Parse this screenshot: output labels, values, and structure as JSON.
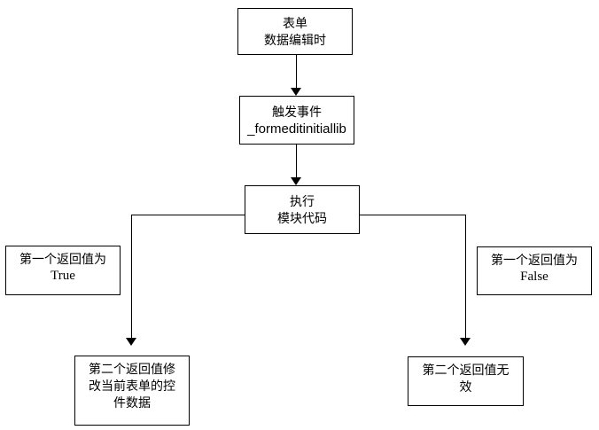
{
  "diagram": {
    "type": "flowchart",
    "background_color": "#ffffff",
    "line_color": "#000000",
    "nodes": {
      "form": {
        "line1": "表单",
        "line2": "数据编辑时"
      },
      "event": {
        "line1": "触发事件",
        "line2": "_formeditinitiallib"
      },
      "execute": {
        "line1": "执行",
        "line2": "模块代码"
      },
      "true_branch": {
        "line1": "第一个返回值为",
        "line2": "True"
      },
      "false_branch": {
        "line1": "第一个返回值为",
        "line2": "False"
      },
      "modify": {
        "text": "第二个返回值修改当前表单的控件数据"
      },
      "invalid": {
        "text": "第二个返回值无效"
      }
    },
    "edges": [
      "form -> event",
      "event -> execute",
      "execute -> modify (left branch, labeled: 第一个返回值为 True)",
      "execute -> invalid (right branch, labeled: 第一个返回值为 False)"
    ]
  }
}
